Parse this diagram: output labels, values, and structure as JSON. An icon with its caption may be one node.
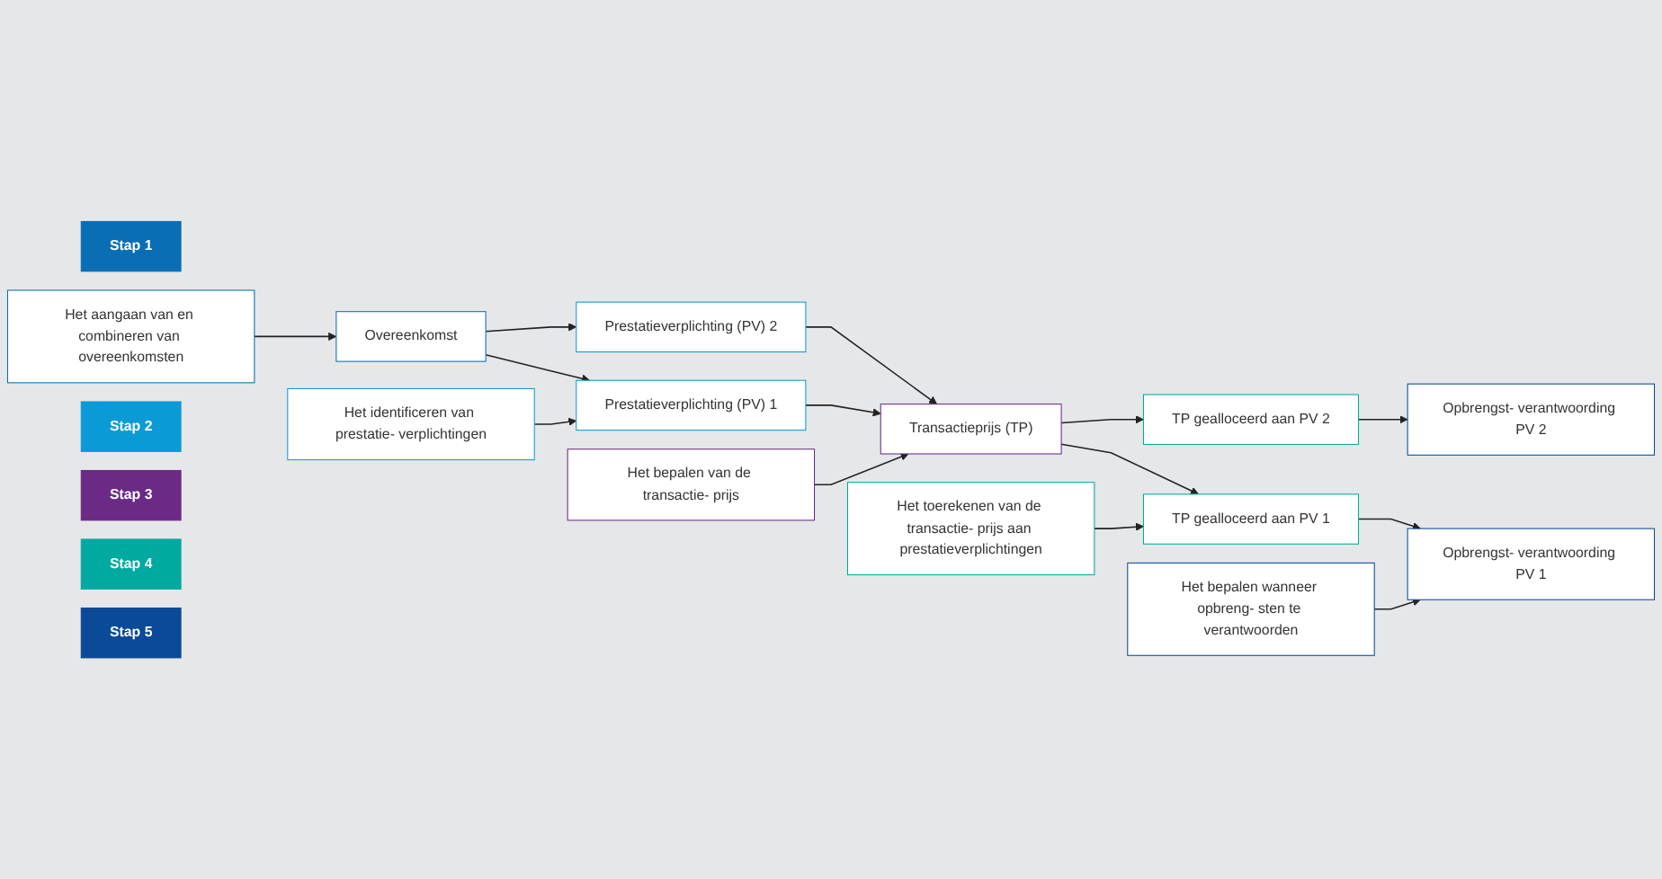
{
  "diagram": {
    "nodes": [
      {
        "text": [
          "Stap 1"
        ]
      },
      {
        "text": [
          "Het aangaan van en combineren van overeenkomsten"
        ]
      },
      {
        "text": [
          "Overeenkomst"
        ]
      },
      {
        "text": [
          "Stap 2"
        ]
      },
      {
        "text": [
          "Het identificeren van prestatie- verplichtingen"
        ]
      },
      {
        "text": [
          "Prestatieverplichting (PV) 1"
        ]
      },
      {
        "text": [
          "Prestatieverplichting (PV) 2"
        ]
      },
      {
        "text": [
          "Stap 3"
        ]
      },
      {
        "text": [
          "Het bepalen van de transactie- prijs"
        ]
      },
      {
        "text": [
          "Transactieprijs (TP)"
        ]
      },
      {
        "text": [
          "Stap 4"
        ]
      },
      {
        "text": [
          "Het toerekenen van de transactie- prijs aan prestatieverplichtingen"
        ]
      },
      {
        "text": [
          "TP gealloceerd aan PV 1"
        ]
      },
      {
        "text": [
          "TP gealloceerd aan PV 2"
        ]
      },
      {
        "text": [
          "Stap 5"
        ]
      },
      {
        "text": [
          "Het bepalen wanneer opbreng- sten te verantwoorden"
        ]
      },
      {
        "text": [
          "Opbrengst- verantwoording PV 1"
        ]
      },
      {
        "text": [
          "Opbrengst- verantwoording PV 2"
        ]
      }
    ],
    "edges": [
      {
        "from": 1,
        "to": 2,
        "arrow": "to"
      },
      {
        "from": 2,
        "to": 5,
        "arrow": "to"
      },
      {
        "from": 2,
        "to": 6,
        "arrow": "to"
      },
      {
        "from": 4,
        "to": 5,
        "arrow": "to"
      },
      {
        "from": 5,
        "to": 9,
        "arrow": "to"
      },
      {
        "from": 6,
        "to": 9,
        "arrow": "to"
      },
      {
        "from": 8,
        "to": 9,
        "arrow": "to"
      },
      {
        "from": 9,
        "to": 12,
        "arrow": "to"
      },
      {
        "from": 9,
        "to": 13,
        "arrow": "to"
      },
      {
        "from": 11,
        "to": 12,
        "arrow": "to"
      },
      {
        "from": 12,
        "to": 16,
        "arrow": "to"
      },
      {
        "from": 13,
        "to": 17,
        "arrow": "to"
      },
      {
        "from": 15,
        "to": 16,
        "arrow": "to"
      }
    ]
  }
}
